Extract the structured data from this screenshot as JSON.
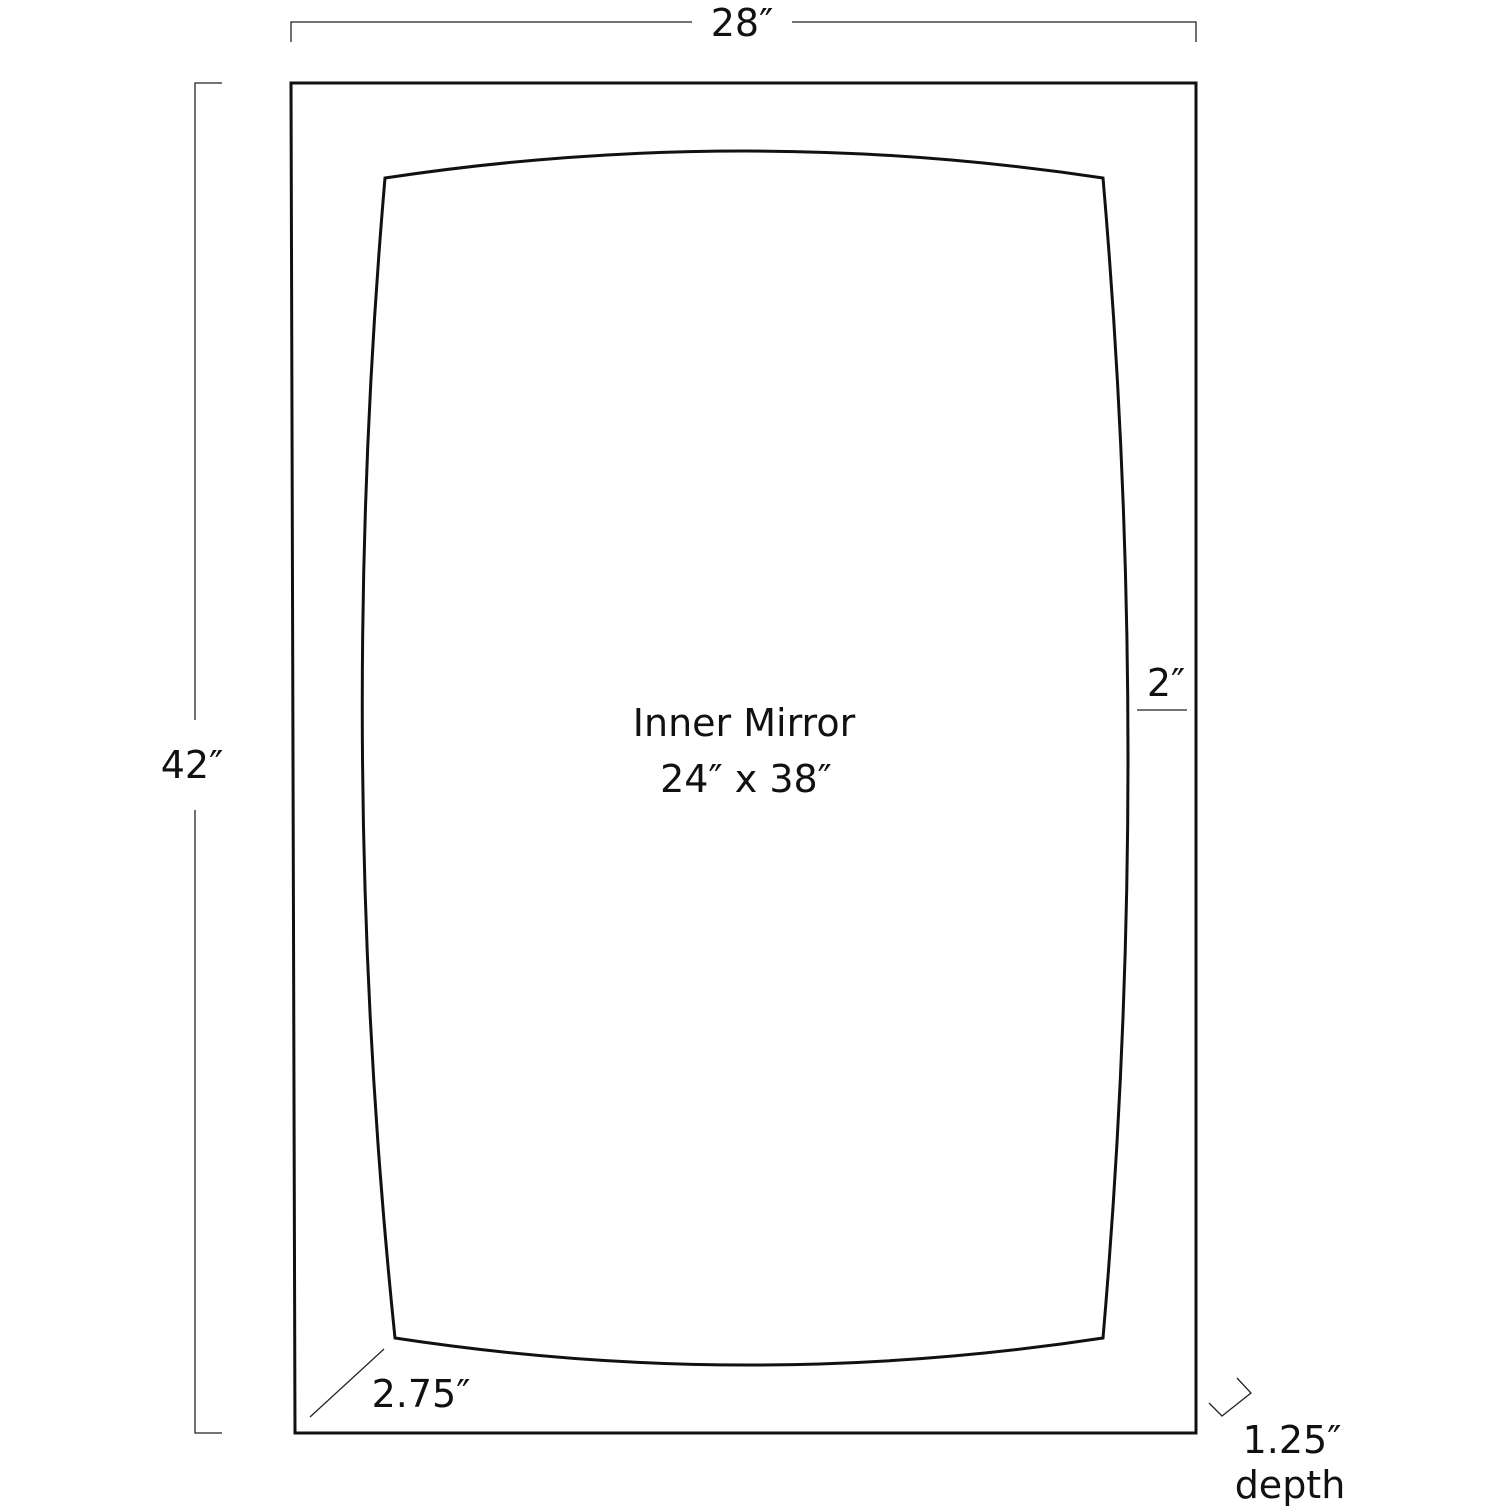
{
  "diagram": {
    "type": "dimension drawing",
    "subject": "rectangular mirror with inner beveled mirror"
  },
  "dimensions": {
    "overall_width": "28″",
    "overall_height": "42″",
    "frame_side_width": "2″",
    "frame_corner_width": "2.75″",
    "depth_value": "1.25″",
    "depth_label": "depth"
  },
  "inner_mirror": {
    "title": "Inner Mirror",
    "size": "24″ x 38″"
  },
  "colors": {
    "line": "#111111",
    "background": "#ffffff"
  }
}
